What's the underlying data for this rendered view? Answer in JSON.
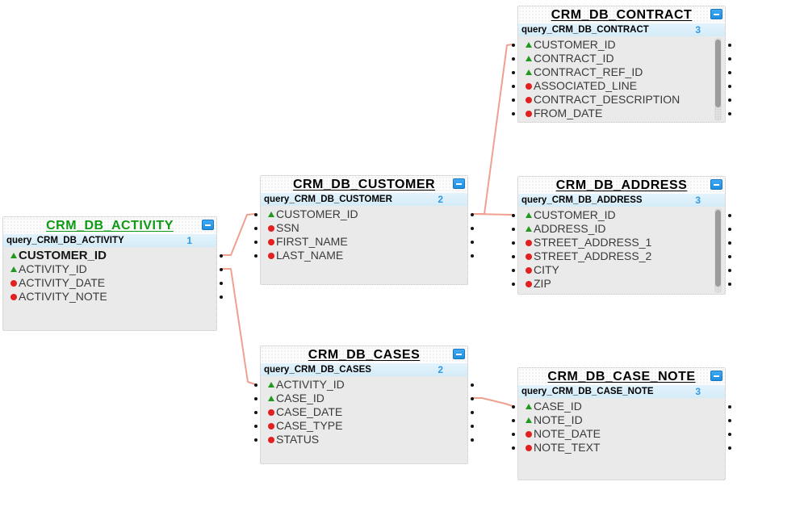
{
  "diagram": {
    "tables": [
      {
        "id": "contract",
        "title": "CRM_DB_CONTRACT",
        "query_label": "query_CRM_DB_CONTRACT",
        "count": "3",
        "selected": false,
        "fields": [
          {
            "name": "CUSTOMER_ID",
            "type": "key"
          },
          {
            "name": "CONTRACT_ID",
            "type": "key"
          },
          {
            "name": "CONTRACT_REF_ID",
            "type": "key"
          },
          {
            "name": "ASSOCIATED_LINE",
            "type": "data"
          },
          {
            "name": "CONTRACT_DESCRIPTION",
            "type": "data"
          },
          {
            "name": "FROM_DATE",
            "type": "data"
          }
        ]
      },
      {
        "id": "customer",
        "title": "CRM_DB_CUSTOMER",
        "query_label": "query_CRM_DB_CUSTOMER",
        "count": "2",
        "selected": false,
        "fields": [
          {
            "name": "CUSTOMER_ID",
            "type": "key"
          },
          {
            "name": "SSN",
            "type": "data"
          },
          {
            "name": "FIRST_NAME",
            "type": "data"
          },
          {
            "name": "LAST_NAME",
            "type": "data"
          }
        ]
      },
      {
        "id": "address",
        "title": "CRM_DB_ADDRESS",
        "query_label": "query_CRM_DB_ADDRESS",
        "count": "3",
        "selected": false,
        "fields": [
          {
            "name": "CUSTOMER_ID",
            "type": "key"
          },
          {
            "name": "ADDRESS_ID",
            "type": "key"
          },
          {
            "name": "STREET_ADDRESS_1",
            "type": "data"
          },
          {
            "name": "STREET_ADDRESS_2",
            "type": "data"
          },
          {
            "name": "CITY",
            "type": "data"
          },
          {
            "name": "ZIP",
            "type": "data"
          }
        ]
      },
      {
        "id": "activity",
        "title": "CRM_DB_ACTIVITY",
        "query_label": "query_CRM_DB_ACTIVITY",
        "count": "1",
        "selected": true,
        "fields": [
          {
            "name": "CUSTOMER_ID",
            "type": "key",
            "emphasis": true
          },
          {
            "name": "ACTIVITY_ID",
            "type": "key"
          },
          {
            "name": "ACTIVITY_DATE",
            "type": "data"
          },
          {
            "name": "ACTIVITY_NOTE",
            "type": "data"
          }
        ]
      },
      {
        "id": "cases",
        "title": "CRM_DB_CASES",
        "query_label": "query_CRM_DB_CASES",
        "count": "2",
        "selected": false,
        "fields": [
          {
            "name": "ACTIVITY_ID",
            "type": "key"
          },
          {
            "name": "CASE_ID",
            "type": "key"
          },
          {
            "name": "CASE_DATE",
            "type": "data"
          },
          {
            "name": "CASE_TYPE",
            "type": "data"
          },
          {
            "name": "STATUS",
            "type": "data"
          }
        ]
      },
      {
        "id": "case_note",
        "title": "CRM_DB_CASE_NOTE",
        "query_label": "query_CRM_DB_CASE_NOTE",
        "count": "3",
        "selected": false,
        "fields": [
          {
            "name": "CASE_ID",
            "type": "key"
          },
          {
            "name": "NOTE_ID",
            "type": "key"
          },
          {
            "name": "NOTE_DATE",
            "type": "data"
          },
          {
            "name": "NOTE_TEXT",
            "type": "data"
          }
        ]
      }
    ],
    "connections": [
      {
        "from": "CRM_DB_ACTIVITY.CUSTOMER_ID",
        "to": "CRM_DB_CUSTOMER.CUSTOMER_ID"
      },
      {
        "from": "CRM_DB_ACTIVITY.ACTIVITY_ID",
        "to": "CRM_DB_CASES.ACTIVITY_ID"
      },
      {
        "from": "CRM_DB_CUSTOMER.CUSTOMER_ID",
        "to": "CRM_DB_CONTRACT.CUSTOMER_ID"
      },
      {
        "from": "CRM_DB_CUSTOMER.CUSTOMER_ID",
        "to": "CRM_DB_ADDRESS.CUSTOMER_ID"
      },
      {
        "from": "CRM_DB_CASES.CASE_ID",
        "to": "CRM_DB_CASE_NOTE.CASE_ID"
      }
    ],
    "colors": {
      "relationship_line": "#F0A090",
      "key_marker": "#1F9A1F",
      "data_marker": "#E32020",
      "count_text": "#3399E0",
      "selected_title": "#0D9A14",
      "query_row_bg": "#D9EEF9",
      "body_bg": "#EAEAEA",
      "collapse_button": "#2D9BF0"
    },
    "icons": {
      "key_marker": "triangle-up-icon",
      "data_marker": "circle-icon",
      "collapse": "minus-icon"
    }
  }
}
